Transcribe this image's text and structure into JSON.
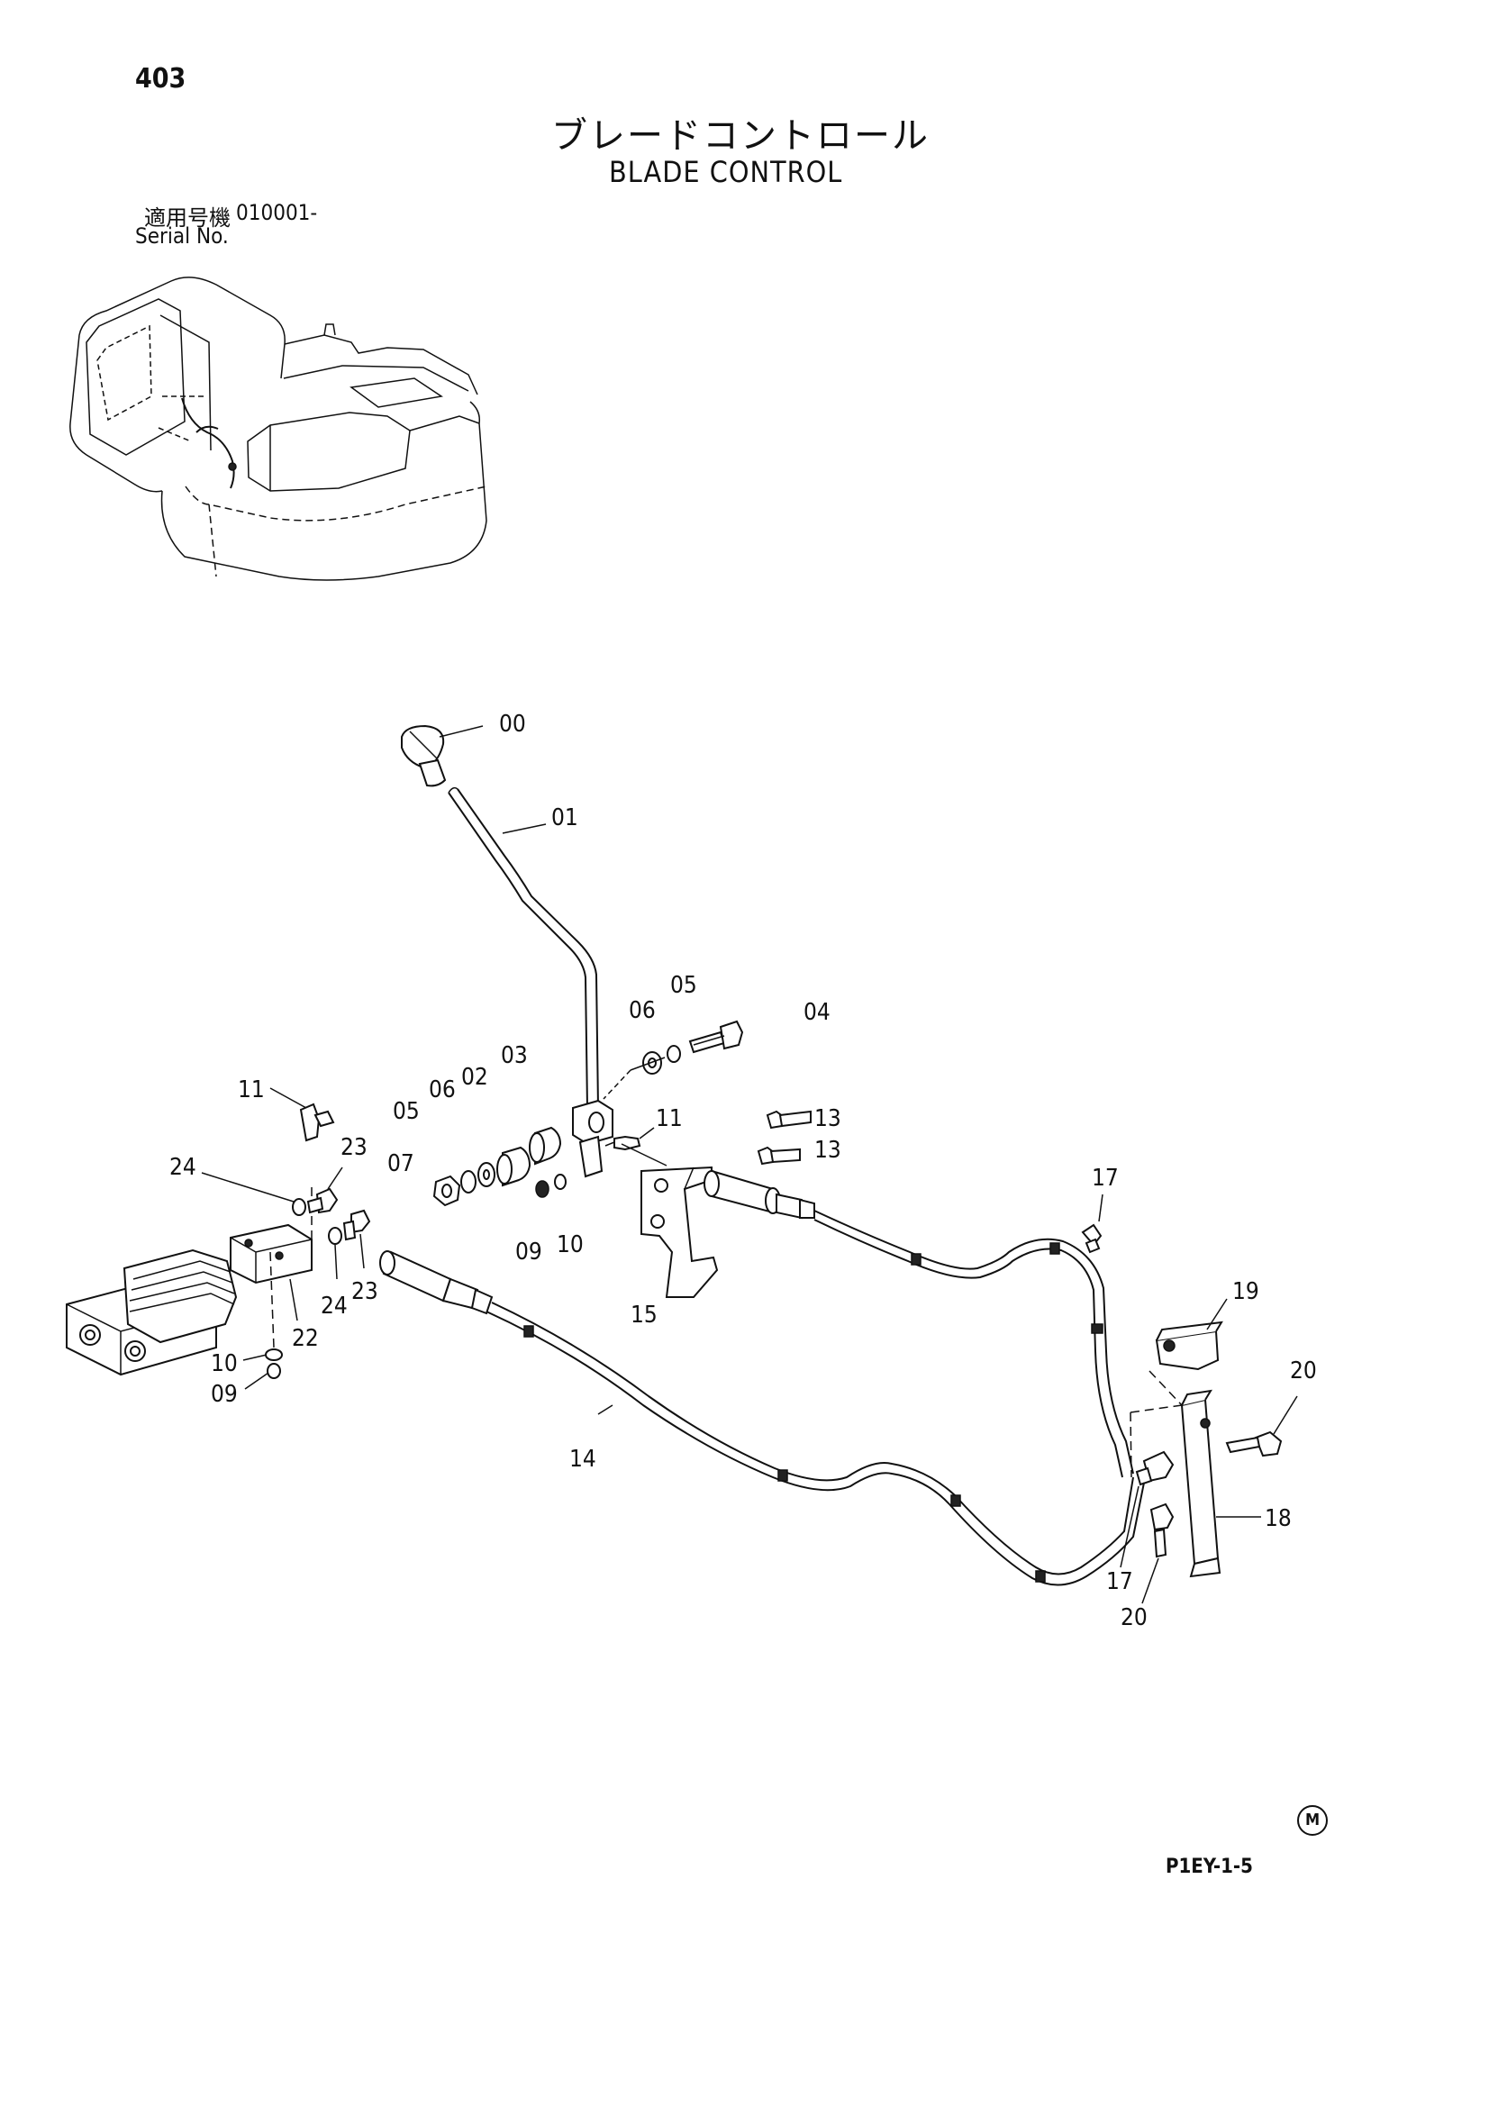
{
  "header": {
    "page_number": "403",
    "title_jp": "ブレードコントロール",
    "title_en": "BLADE CONTROL",
    "serial_label_jp": "適用号機",
    "serial_value": "010001-",
    "serial_label_en": "Serial No."
  },
  "callouts": {
    "c00": "00",
    "c01": "01",
    "c02": "02",
    "c03": "03",
    "c04": "04",
    "c05a": "05",
    "c05b": "05",
    "c06a": "06",
    "c06b": "06",
    "c07": "07",
    "c09a": "09",
    "c09b": "09",
    "c10a": "10",
    "c10b": "10",
    "c11a": "11",
    "c11b": "11",
    "c13a": "13",
    "c13b": "13",
    "c14": "14",
    "c15": "15",
    "c17a": "17",
    "c17b": "17",
    "c18": "18",
    "c19": "19",
    "c20a": "20",
    "c20b": "20",
    "c22": "22",
    "c23a": "23",
    "c23b": "23",
    "c24a": "24",
    "c24b": "24"
  },
  "footer": {
    "mark": "M",
    "drawing_code": "P1EY-1-5"
  }
}
